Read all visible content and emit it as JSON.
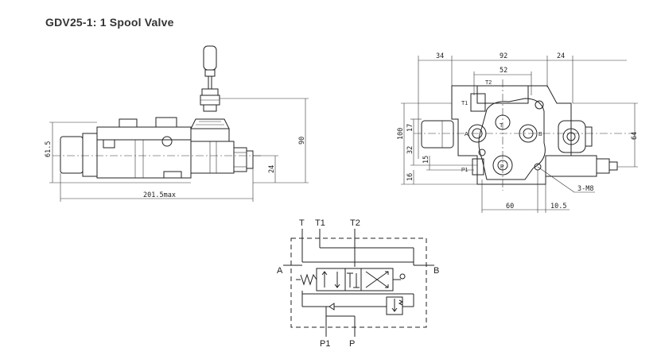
{
  "title": "GDV25-1: 1 Spool Valve",
  "side_view": {
    "dim_width": "201.5max",
    "dim_height_left": "61.5",
    "dim_height_right": "90",
    "dim_port": "24"
  },
  "front_view": {
    "dim_top_left": "34",
    "dim_top_mid": "92",
    "dim_top_right": "24",
    "dim_inner": "52",
    "dim_left_100": "100",
    "dim_left_17": "17",
    "dim_left_32": "32",
    "dim_left_15": "15",
    "dim_left_16": "16",
    "dim_right_64": "64",
    "dim_bottom_60": "60",
    "dim_bottom_105": "10.5",
    "thread_note": "3-M8",
    "port_T2": "T2",
    "port_T1": "T1",
    "port_T": "T",
    "port_A": "A",
    "port_B": "B",
    "port_P": "P",
    "port_P1": "P1"
  },
  "schematic": {
    "label_T": "T",
    "label_T1": "T1",
    "label_T2": "T2",
    "label_A": "A",
    "label_B": "B",
    "label_P1": "P1",
    "label_P": "P"
  }
}
